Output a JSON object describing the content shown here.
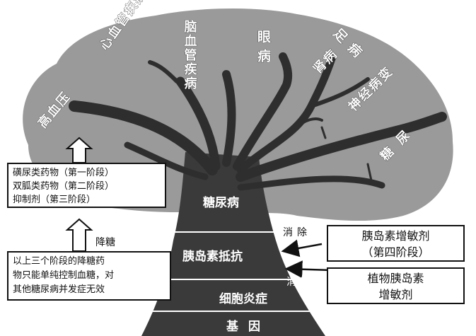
{
  "colors": {
    "crown": "#9a9a9a",
    "trunk": "#3a3a3a",
    "branch": "#2e2e2e",
    "band_line": "#ffffff",
    "box_border": "#111111"
  },
  "complications": [
    {
      "id": "eye",
      "text": "眼病"
    },
    {
      "id": "brain",
      "text": "脑血管疾病"
    },
    {
      "id": "heart",
      "text": "心血管疾病"
    },
    {
      "id": "hypertension",
      "text": "高血压"
    },
    {
      "id": "foot",
      "text": "足病"
    },
    {
      "id": "kidney",
      "text": "肾病"
    },
    {
      "id": "neuro",
      "text": "神经病变"
    },
    {
      "id": "other",
      "text": "糖尿"
    }
  ],
  "bands": {
    "diabetes": "糖尿病",
    "insulin_resistance": "胰岛素抵抗",
    "inflammation": "细胞炎症",
    "gene": "基因"
  },
  "left_box": {
    "lines": [
      "磺尿类药物（第一阶段）",
      "双胍类药物（第二阶段）",
      "抑制剂（第三阶段）"
    ]
  },
  "left_label": "降糖",
  "bottom_box": {
    "lines": [
      "以上三个阶段的降糖药",
      "物只能单纯控制血糖，对",
      "其他糖尿病并发症无效"
    ]
  },
  "right_box_top": {
    "lines": [
      "胰岛素增敏剂",
      "（第四阶段）"
    ]
  },
  "right_box_bottom": {
    "lines": [
      "植物胰岛素",
      "增敏剂"
    ]
  },
  "eliminate_labels": [
    "消除",
    "消除"
  ]
}
